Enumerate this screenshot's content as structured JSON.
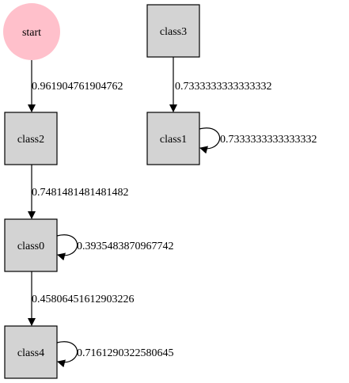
{
  "nodes": {
    "start": {
      "label": "start",
      "shape": "circle",
      "fill": "#ffc0cb"
    },
    "class3": {
      "label": "class3",
      "shape": "box",
      "fill": "#d3d3d3"
    },
    "class2": {
      "label": "class2",
      "shape": "box",
      "fill": "#d3d3d3"
    },
    "class1": {
      "label": "class1",
      "shape": "box",
      "fill": "#d3d3d3"
    },
    "class0": {
      "label": "class0",
      "shape": "box",
      "fill": "#d3d3d3"
    },
    "class4": {
      "label": "class4",
      "shape": "box",
      "fill": "#d3d3d3"
    }
  },
  "edges": [
    {
      "from": "start",
      "to": "class2",
      "label": "0.961904761904762"
    },
    {
      "from": "class3",
      "to": "class1",
      "label": "0.7333333333333332"
    },
    {
      "from": "class1",
      "to": "class1",
      "label": "0.7333333333333332"
    },
    {
      "from": "class2",
      "to": "class0",
      "label": "0.7481481481481482"
    },
    {
      "from": "class0",
      "to": "class0",
      "label": "0.3935483870967742"
    },
    {
      "from": "class0",
      "to": "class4",
      "label": "0.45806451612903226"
    },
    {
      "from": "class4",
      "to": "class4",
      "label": "0.7161290322580645"
    }
  ]
}
